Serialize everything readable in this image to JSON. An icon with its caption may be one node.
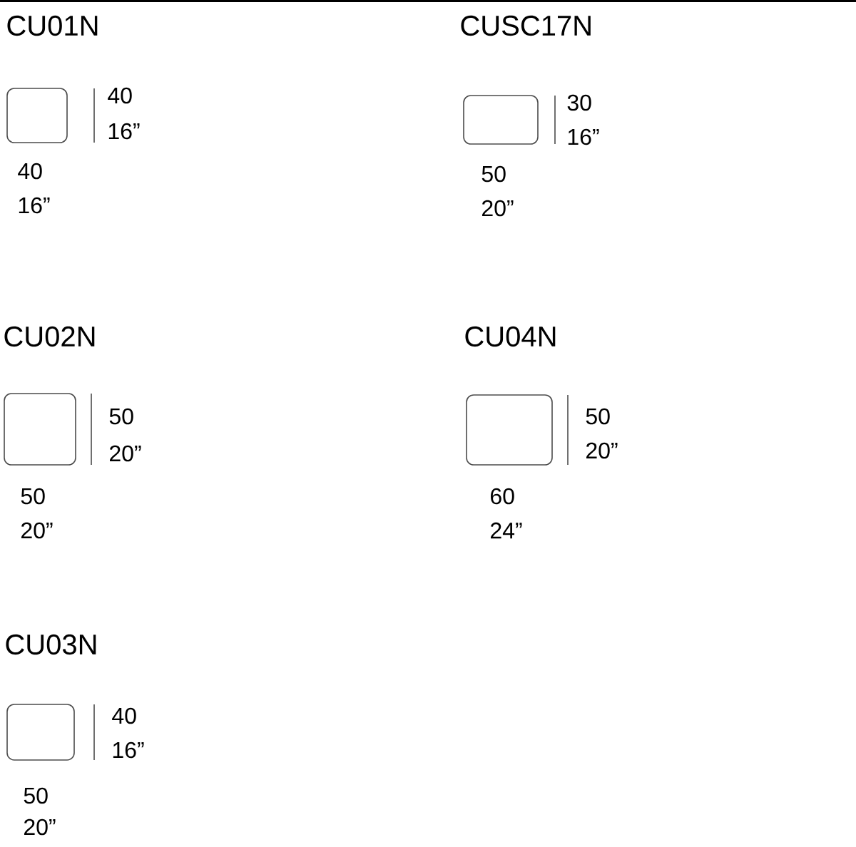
{
  "diagram": {
    "labels": [
      "CU01N",
      "40",
      "16”",
      "40",
      "16”",
      "CUSC17N",
      "30",
      "16”",
      "50",
      "20”",
      "CU02N",
      "50",
      "20”",
      "50",
      "20”",
      "CU04N",
      "50",
      "20”",
      "60",
      "24”",
      "CU03N",
      "40",
      "16”",
      "50",
      "20”"
    ]
  }
}
